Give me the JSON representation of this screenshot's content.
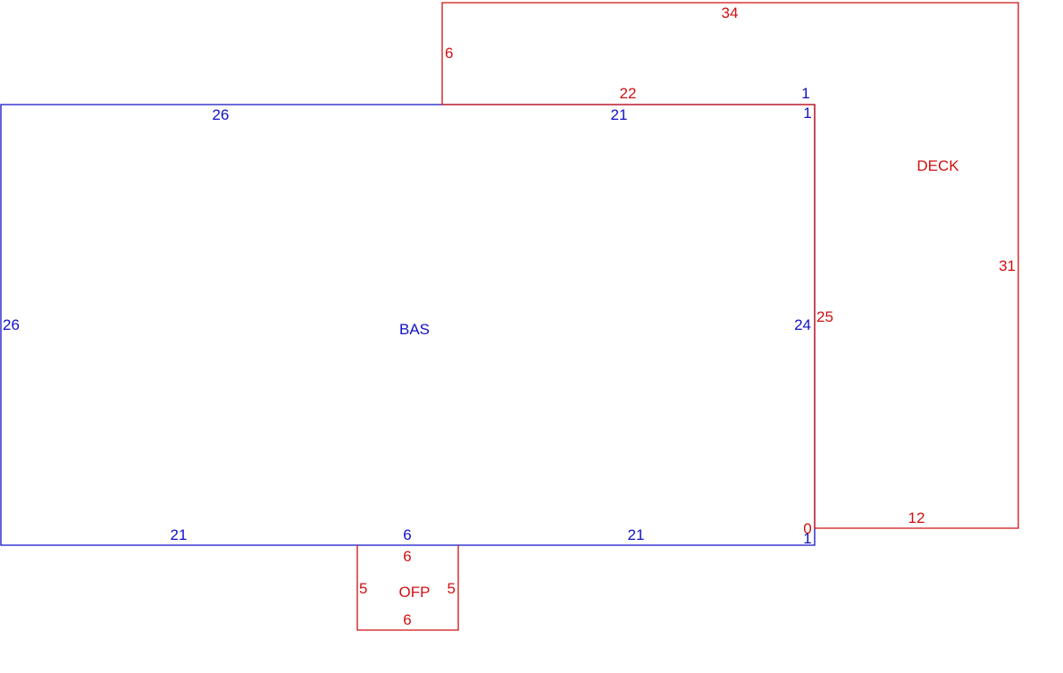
{
  "colors": {
    "bas": "#1010c8",
    "deck": "#d01010",
    "ofp": "#d01010"
  },
  "areas": {
    "bas": {
      "name": "BAS",
      "dims": {
        "top_left": "26",
        "top_right": "21",
        "top_small": "1",
        "left": "26",
        "right": "24",
        "bottom_left": "21",
        "bottom_mid": "6",
        "bottom_right": "21",
        "bottom_small": "1"
      }
    },
    "deck": {
      "name": "DECK",
      "dims": {
        "top": "34",
        "left_upper": "6",
        "inner_top": "22",
        "inner_top_small": "1",
        "right": "31",
        "inner_left": "25",
        "bottom": "12",
        "corner_zero": "0"
      }
    },
    "ofp": {
      "name": "OFP",
      "dims": {
        "top": "6",
        "left": "5",
        "right": "5",
        "bottom": "6"
      }
    }
  }
}
